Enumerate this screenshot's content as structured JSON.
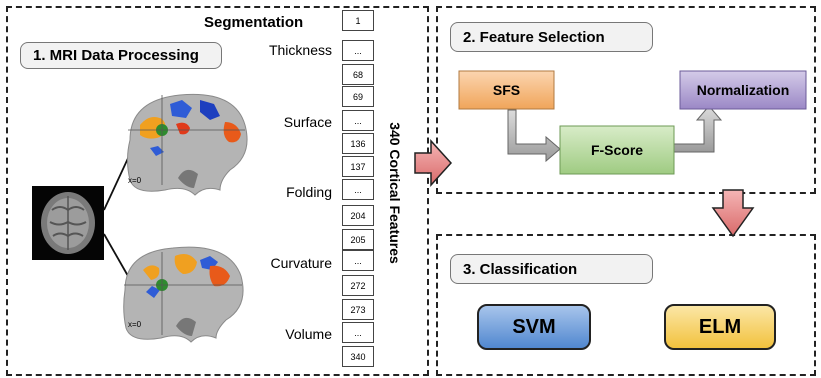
{
  "panel1": {
    "title": "1. MRI Data Processing",
    "segmentation_title": "Segmentation",
    "labels": [
      "Thickness",
      "Surface",
      "Folding",
      "Curvature",
      "Volume"
    ],
    "cells": [
      "1",
      "...",
      "68",
      "69",
      "...",
      "136",
      "137",
      "...",
      "204",
      "205",
      "...",
      "272",
      "273",
      "...",
      "340"
    ],
    "vertical_label": "340 Cortical Features",
    "coord_label_top": "x=0",
    "coord_label_bottom": "x=0"
  },
  "panel2": {
    "title": "2. Feature Selection",
    "sfs": "SFS",
    "fscore": "F-Score",
    "normalization": "Normalization"
  },
  "panel3": {
    "title": "3. Classification",
    "svm": "SVM",
    "elm": "ELM"
  },
  "colors": {
    "sfs": "#f4a460",
    "fscore": "#a9d18e",
    "normalization": "#9e8cc8",
    "svm": "#5b8fd0",
    "elm": "#f5c842",
    "arrow_red": "#e07a7a"
  }
}
